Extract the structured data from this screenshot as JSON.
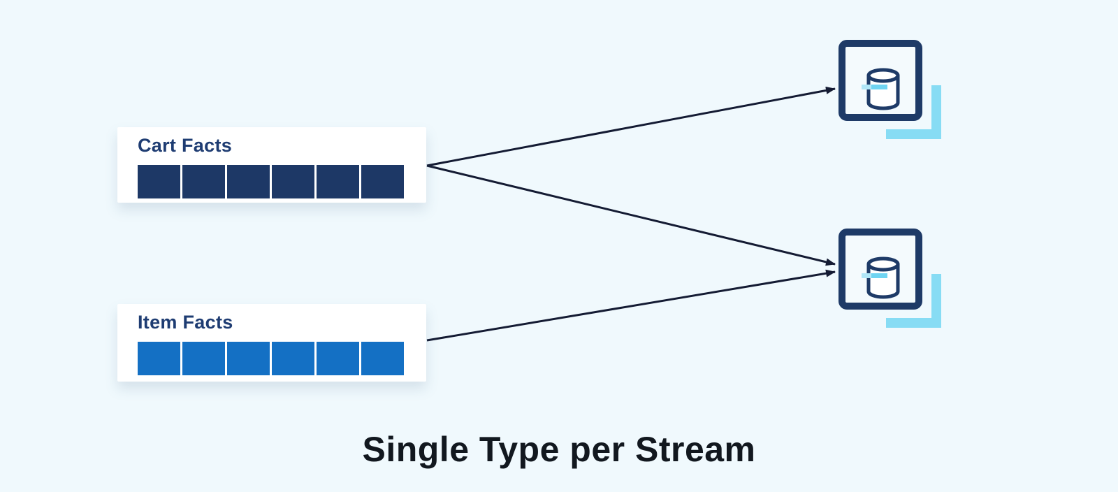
{
  "title": "Single Type per Stream",
  "colors": {
    "background": "#f0f9fd",
    "card": "#ffffff",
    "navy": "#1e3a67",
    "navy_text": "#1e3c72",
    "cyan": "#87dcf4",
    "cyan_light": "#b0e6f7",
    "cyan_bright": "#6fd4f2",
    "arrow": "#141b33",
    "title_text": "#12181f",
    "icon_bg": "#f4fafd",
    "cylinder_fill": "#ffffff"
  },
  "streams": [
    {
      "id": "cart-facts",
      "label": "Cart Facts",
      "segments": 6,
      "segment_color": "#1d3866"
    },
    {
      "id": "item-facts",
      "label": "Item Facts",
      "segments": 6,
      "segment_color": "#1470c4"
    }
  ],
  "databases": [
    {
      "id": "stream-db-1",
      "icon": "database-icon"
    },
    {
      "id": "stream-db-2",
      "icon": "database-icon"
    }
  ],
  "connections": [
    {
      "from": "cart-facts",
      "to": "stream-db-1"
    },
    {
      "from": "cart-facts",
      "to": "stream-db-2"
    },
    {
      "from": "item-facts",
      "to": "stream-db-2"
    }
  ]
}
